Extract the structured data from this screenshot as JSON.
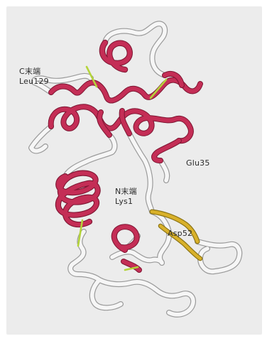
{
  "labels": {
    "c_terminus": "C末端",
    "c_residue": "Leu129",
    "glu": "Glu35",
    "n_terminus": "N末端",
    "n_residue": "Lys1",
    "asp": "Asp52"
  },
  "colors": {
    "helix": "#c42d56",
    "coil": "#f6f6f6",
    "coil_edge": "#9a9a9a",
    "disulfide": "#b4d43a",
    "beta": "#d9b12a",
    "background": "#ececec"
  }
}
